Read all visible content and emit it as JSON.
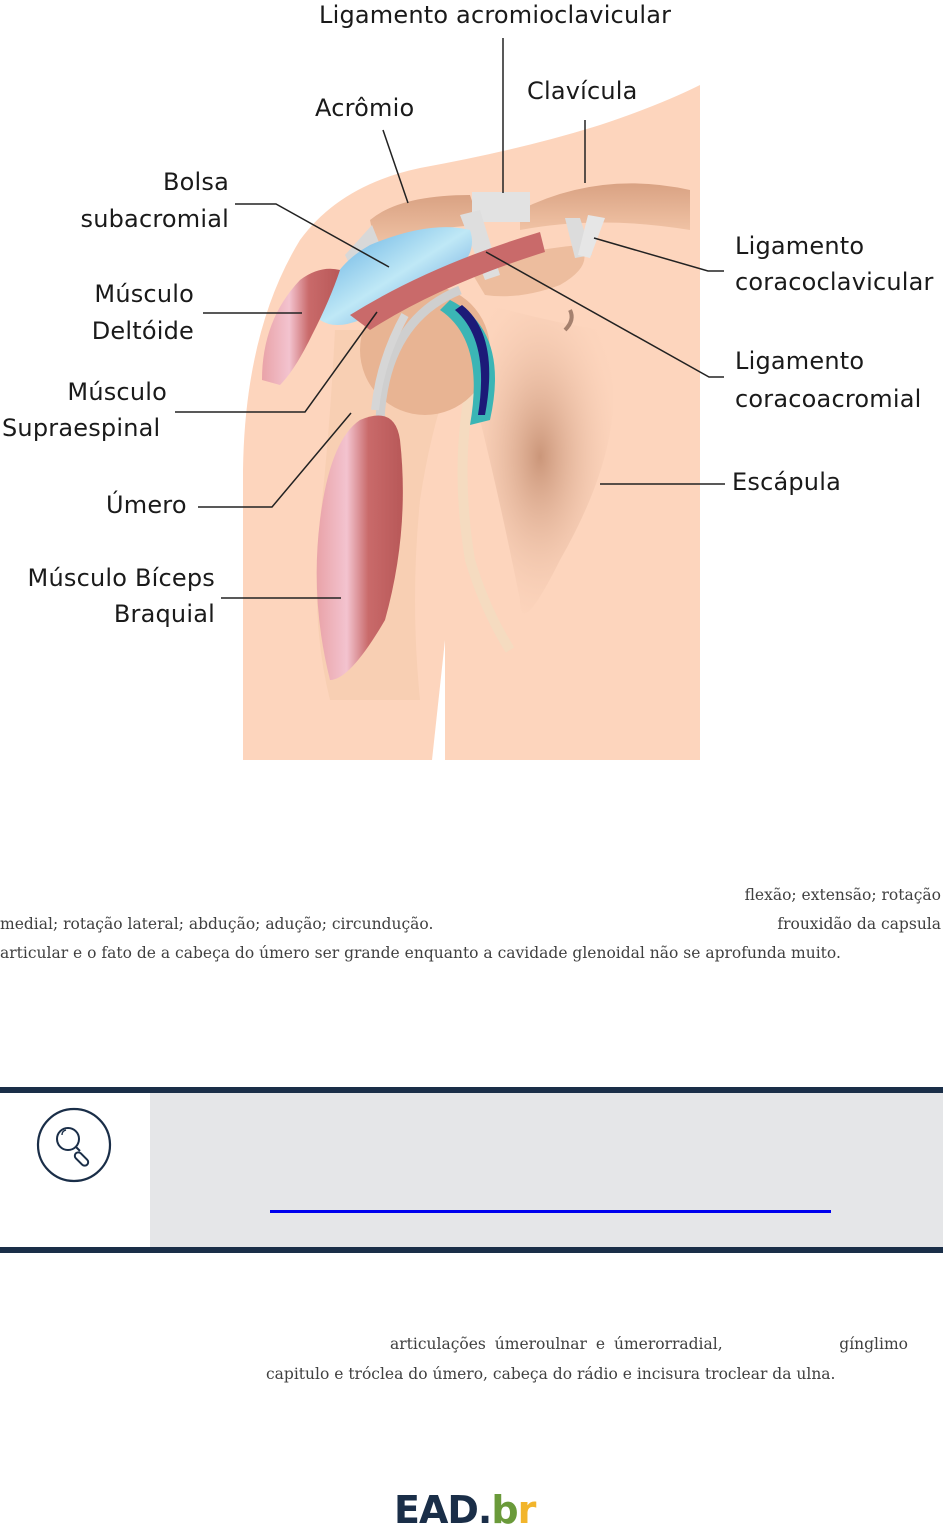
{
  "figure": {
    "labels": {
      "lig_acromioclavicular": "Ligamento acromioclavicular",
      "acromio": "Acrômio",
      "clavicula": "Clavícula",
      "bolsa_line1": "Bolsa",
      "bolsa_line2": "subacromial",
      "deltoide_line1": "Músculo",
      "deltoide_line2": "Deltóide",
      "supraespinal_line1": "Músculo",
      "supraespinal_line2": "Supraespinal",
      "umero": "Úmero",
      "biceps_line1": "Músculo Bíceps",
      "biceps_line2": "Braquial",
      "coracoclavicular_line1": "Ligamento",
      "coracoclavicular_line2": "coracoclavicular",
      "coracoacromial_line1": "Ligamento",
      "coracoacromial_line2": "coracoacromial",
      "escapula": "Escápula"
    },
    "colors": {
      "skin": "#fdd5bd",
      "bone": "#e8b493",
      "muscle": "#c96a6a",
      "bursa": "#6cc0e8",
      "cartilage_dark": "#1c1a78",
      "cartilage_teal": "#3bb5b5",
      "ligament": "#d8d8d8"
    }
  },
  "paragraph1": {
    "line1": "flexão; extensão; rotação",
    "line2a": "medial; rotação lateral; abdução; adução; circundução.",
    "line2b": "frouxidão da capsula",
    "line3": "articular e o fato de a cabeça do úmero ser grande enquanto a cavidade glenoidal não se aprofunda muito."
  },
  "callout": {
    "icon": "magnifier-icon",
    "bar_color": "#1a2e48",
    "background": "#e5e6e8",
    "link_color": "#0000ee"
  },
  "paragraph2": {
    "line1a": "articulações úmeroulnar e úmerorradial,",
    "line1b": "gínglimo",
    "line2": "capitulo e tróclea do úmero, cabeça do rádio e incisura troclear da ulna."
  },
  "footer": {
    "logo_main": "EAD.",
    "logo_b": "b",
    "logo_r": "r",
    "logo_b_color": "#6a9a3a",
    "logo_r_color": "#f2b52c"
  }
}
